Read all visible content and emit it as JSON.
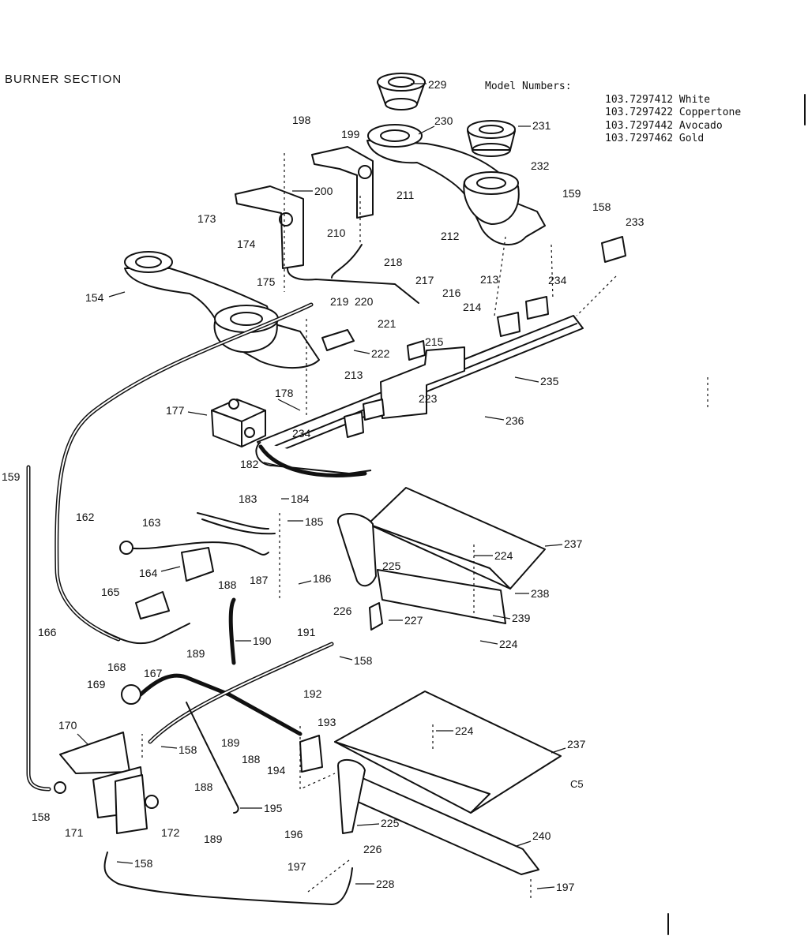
{
  "title": "BURNER SECTION",
  "models": {
    "heading": "Model Numbers:",
    "list": [
      "103.7297412 White",
      "103.7297422 Coppertone",
      "103.7297442 Avocado",
      "103.7297462 Gold"
    ]
  },
  "code": "C5",
  "labels": [
    {
      "id": "229",
      "text": "229"
    },
    {
      "id": "198",
      "text": "198"
    },
    {
      "id": "199",
      "text": "199"
    },
    {
      "id": "230",
      "text": "230"
    },
    {
      "id": "231",
      "text": "231"
    },
    {
      "id": "200",
      "text": "200"
    },
    {
      "id": "232",
      "text": "232"
    },
    {
      "id": "211",
      "text": "211"
    },
    {
      "id": "159a",
      "text": "159"
    },
    {
      "id": "158a",
      "text": "158"
    },
    {
      "id": "233",
      "text": "233"
    },
    {
      "id": "173",
      "text": "173"
    },
    {
      "id": "210",
      "text": "210"
    },
    {
      "id": "212",
      "text": "212"
    },
    {
      "id": "174",
      "text": "174"
    },
    {
      "id": "218",
      "text": "218"
    },
    {
      "id": "213a",
      "text": "213"
    },
    {
      "id": "234a",
      "text": "234"
    },
    {
      "id": "175",
      "text": "175"
    },
    {
      "id": "217",
      "text": "217"
    },
    {
      "id": "216",
      "text": "216"
    },
    {
      "id": "154",
      "text": "154"
    },
    {
      "id": "219",
      "text": "219"
    },
    {
      "id": "220",
      "text": "220"
    },
    {
      "id": "214",
      "text": "214"
    },
    {
      "id": "221",
      "text": "221"
    },
    {
      "id": "215",
      "text": "215"
    },
    {
      "id": "222",
      "text": "222"
    },
    {
      "id": "235",
      "text": "235"
    },
    {
      "id": "213b",
      "text": "213"
    },
    {
      "id": "178",
      "text": "178"
    },
    {
      "id": "223",
      "text": "223"
    },
    {
      "id": "177",
      "text": "177"
    },
    {
      "id": "236",
      "text": "236"
    },
    {
      "id": "234b",
      "text": "234"
    },
    {
      "id": "182",
      "text": "182"
    },
    {
      "id": "159b",
      "text": "159"
    },
    {
      "id": "162",
      "text": "162"
    },
    {
      "id": "183",
      "text": "183"
    },
    {
      "id": "184",
      "text": "184"
    },
    {
      "id": "185",
      "text": "185"
    },
    {
      "id": "163",
      "text": "163"
    },
    {
      "id": "237a",
      "text": "237"
    },
    {
      "id": "224a",
      "text": "224"
    },
    {
      "id": "225a",
      "text": "225"
    },
    {
      "id": "164",
      "text": "164"
    },
    {
      "id": "186",
      "text": "186"
    },
    {
      "id": "187",
      "text": "187"
    },
    {
      "id": "188a",
      "text": "188"
    },
    {
      "id": "165",
      "text": "165"
    },
    {
      "id": "238",
      "text": "238"
    },
    {
      "id": "226a",
      "text": "226"
    },
    {
      "id": "239",
      "text": "239"
    },
    {
      "id": "227",
      "text": "227"
    },
    {
      "id": "191",
      "text": "191"
    },
    {
      "id": "166",
      "text": "166"
    },
    {
      "id": "190",
      "text": "190"
    },
    {
      "id": "224b",
      "text": "224"
    },
    {
      "id": "189a",
      "text": "189"
    },
    {
      "id": "158b",
      "text": "158"
    },
    {
      "id": "167",
      "text": "167"
    },
    {
      "id": "168",
      "text": "168"
    },
    {
      "id": "169",
      "text": "169"
    },
    {
      "id": "192",
      "text": "192"
    },
    {
      "id": "193",
      "text": "193"
    },
    {
      "id": "170",
      "text": "170"
    },
    {
      "id": "158c",
      "text": "158"
    },
    {
      "id": "189b",
      "text": "189"
    },
    {
      "id": "224c",
      "text": "224"
    },
    {
      "id": "237b",
      "text": "237"
    },
    {
      "id": "188b",
      "text": "188"
    },
    {
      "id": "194",
      "text": "194"
    },
    {
      "id": "188c",
      "text": "188"
    },
    {
      "id": "158d",
      "text": "158"
    },
    {
      "id": "195",
      "text": "195"
    },
    {
      "id": "171",
      "text": "171"
    },
    {
      "id": "172",
      "text": "172"
    },
    {
      "id": "189c",
      "text": "189"
    },
    {
      "id": "225b",
      "text": "225"
    },
    {
      "id": "196",
      "text": "196"
    },
    {
      "id": "240",
      "text": "240"
    },
    {
      "id": "226b",
      "text": "226"
    },
    {
      "id": "158e",
      "text": "158"
    },
    {
      "id": "197a",
      "text": "197"
    },
    {
      "id": "228",
      "text": "228"
    },
    {
      "id": "197b",
      "text": "197"
    }
  ]
}
